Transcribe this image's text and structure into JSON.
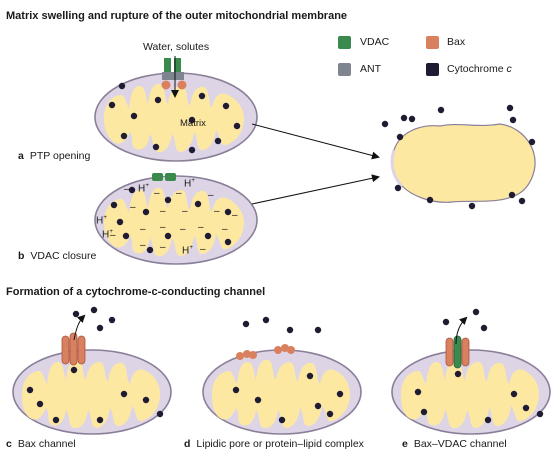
{
  "titles": {
    "top": "Matrix swelling and rupture of the outer mitochondrial membrane",
    "bottom": "Formation of a cytochrome-c-conducting channel"
  },
  "legend": [
    {
      "label": "VDAC",
      "color": "#3a8a4e"
    },
    {
      "label": "Bax",
      "color": "#d9805f"
    },
    {
      "label": "ANT",
      "color": "#7f8590"
    },
    {
      "label": "Cytochrome c",
      "color": "#1f1b33"
    }
  ],
  "panels": {
    "a": {
      "letter": "a",
      "caption": "PTP opening",
      "water_label": "Water, solutes",
      "matrix_label": "Matrix"
    },
    "b": {
      "letter": "b",
      "caption": "VDAC closure",
      "proton": "H",
      "proton_sup": "+",
      "minus": "–"
    },
    "c": {
      "letter": "c",
      "caption": "Bax channel"
    },
    "d": {
      "letter": "d",
      "caption": "Lipidic pore or protein–lipid complex"
    },
    "e": {
      "letter": "e",
      "caption": "Bax–VDAC channel"
    }
  },
  "colors": {
    "outer_membrane_fill": "#ddd5e6",
    "outer_membrane_stroke": "#8a7f99",
    "matrix": "#fde8a2",
    "cytochrome": "#1f1b33",
    "vdac": "#3a8a4e",
    "bax": "#d9805f",
    "ant": "#7f8590"
  }
}
